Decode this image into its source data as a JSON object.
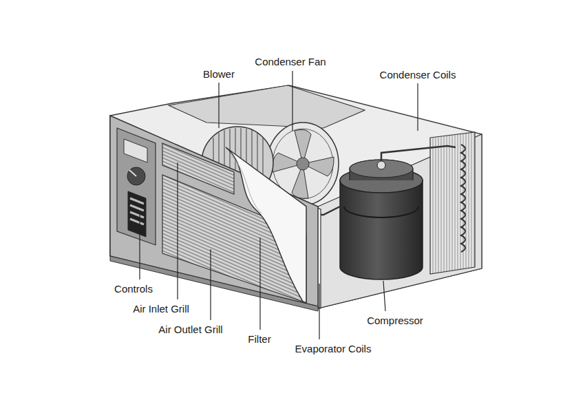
{
  "diagram": {
    "labels": [
      "Blower",
      "Condenser Fan",
      "Condenser Coils",
      "Controls",
      "Air Inlet Grill",
      "Air Outlet Grill",
      "Filter",
      "Evaporator Coils",
      "Compressor"
    ]
  }
}
